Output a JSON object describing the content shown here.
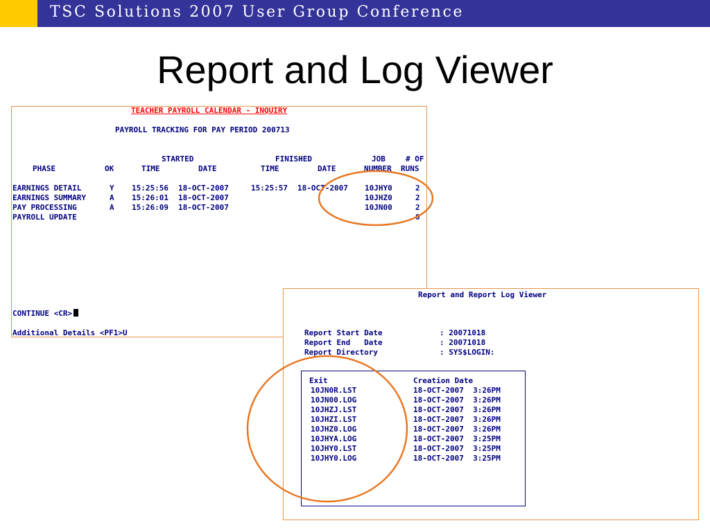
{
  "header": {
    "title": "TSC Solutions 2007 User Group Conference",
    "bar_color": "#333399",
    "accent_color": "#ffcc00"
  },
  "slide_title": "Report and Log Viewer",
  "inquiry_screen": {
    "title": "TEACHER PAYROLL CALENDAR - INQUIRY",
    "subtitle": "PAYROLL TRACKING FOR PAY PERIOD 200713",
    "group_started": "STARTED",
    "group_finished": "FINISHED",
    "group_job": "JOB",
    "group_runs": "# OF",
    "col_phase": "PHASE",
    "col_ok": "OK",
    "col_start_time": "TIME",
    "col_start_date": "DATE",
    "col_finish_time": "TIME",
    "col_finish_date": "DATE",
    "col_job_number": "NUMBER",
    "col_runs": "RUNS",
    "rows": [
      {
        "phase": "EARNINGS DETAIL",
        "ok": "Y",
        "start_time": "15:25:56",
        "start_date": "18-OCT-2007",
        "finish_time": "15:25:57",
        "finish_date": "18-OCT-2007",
        "job": "10JHY0",
        "runs": "2"
      },
      {
        "phase": "EARNINGS SUMMARY",
        "ok": "A",
        "start_time": "15:26:01",
        "start_date": "18-OCT-2007",
        "finish_time": "",
        "finish_date": "",
        "job": "10JHZ0",
        "runs": "2"
      },
      {
        "phase": "PAY PROCESSING",
        "ok": "A",
        "start_time": "15:26:09",
        "start_date": "18-OCT-2007",
        "finish_time": "",
        "finish_date": "",
        "job": "10JN00",
        "runs": "2"
      },
      {
        "phase": "PAYROLL UPDATE",
        "ok": "",
        "start_time": "",
        "start_date": "",
        "finish_time": "",
        "finish_date": "",
        "job": "",
        "runs": "0"
      }
    ],
    "continue_prompt": "CONTINUE <CR>",
    "additional_details": "Additional Details <PF1>U"
  },
  "viewer_screen": {
    "title": "Report and Report Log Viewer",
    "start_date_label": "Report Start Date",
    "start_date_value": ": 20071018",
    "end_date_label": "Report End   Date",
    "end_date_value": ": 20071018",
    "directory_label": "Report Directory",
    "directory_value": ": SYS$LOGIN:",
    "col_exit": "Exit",
    "col_creation_date": "Creation Date",
    "files": [
      {
        "name": "10JN0R.LST",
        "created": "18-OCT-2007  3:26PM"
      },
      {
        "name": "10JN00.LOG",
        "created": "18-OCT-2007  3:26PM"
      },
      {
        "name": "10JHZJ.LST",
        "created": "18-OCT-2007  3:26PM"
      },
      {
        "name": "10JHZI.LST",
        "created": "18-OCT-2007  3:26PM"
      },
      {
        "name": "10JHZ0.LOG",
        "created": "18-OCT-2007  3:26PM"
      },
      {
        "name": "10JHYA.LOG",
        "created": "18-OCT-2007  3:25PM"
      },
      {
        "name": "10JHY0.LST",
        "created": "18-OCT-2007  3:25PM"
      },
      {
        "name": "10JHY0.LOG",
        "created": "18-OCT-2007  3:25PM"
      }
    ]
  },
  "colors": {
    "terminal_text": "#000080",
    "terminal_title": "#ff0000",
    "frame_border": "#e9924a",
    "highlight_circle": "#e87722"
  }
}
